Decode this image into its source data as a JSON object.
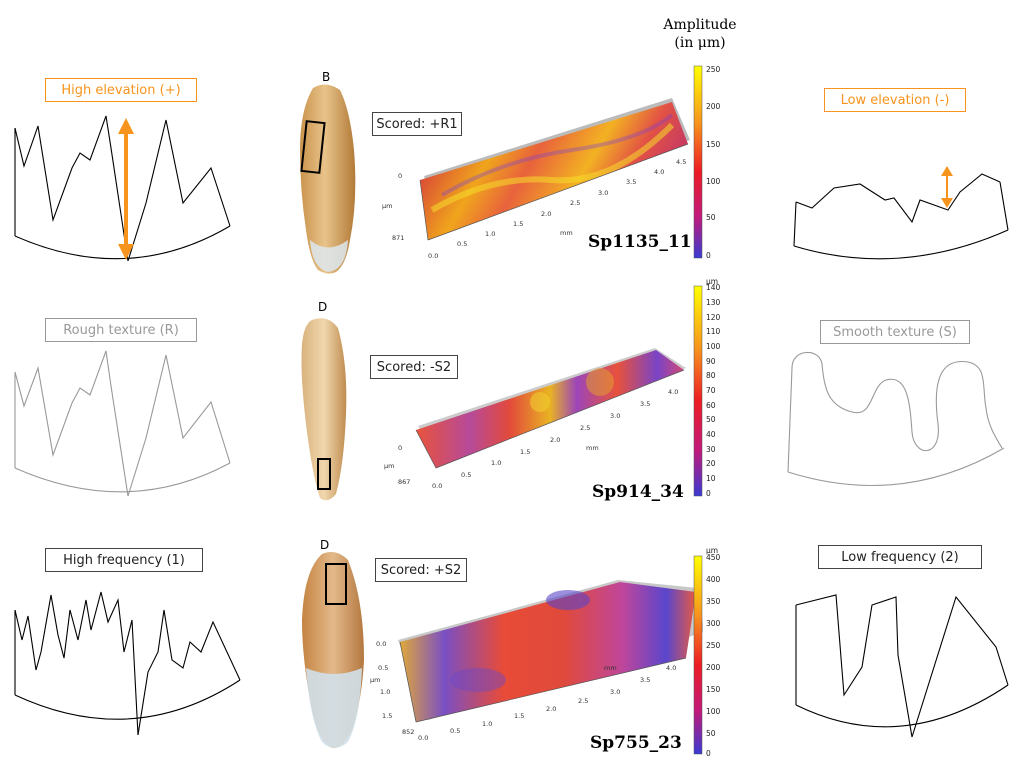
{
  "amplitude_title": {
    "line1": "Amplitude",
    "line2": "(in μm)"
  },
  "left_labels": {
    "high_elevation": "High elevation (+)",
    "rough_texture": "Rough texture (R)",
    "high_frequency": "High frequency (1)"
  },
  "right_labels": {
    "low_elevation": "Low elevation (-)",
    "smooth_texture": "Smooth texture (S)",
    "low_frequency": "Low frequency (2)"
  },
  "rows": [
    {
      "tooth_letter": "B",
      "scored": "Scored: +R1",
      "sample_id": "Sp1135_11",
      "colorbar_unit": "",
      "colorbar_ticks": [
        "250",
        "200",
        "150",
        "100",
        "50",
        "0"
      ],
      "mm_ticks": [
        "0.0",
        "0.5",
        "1.0",
        "1.5",
        "2.0",
        "2.5",
        "3.0",
        "3.5",
        "4.0",
        "4.5"
      ],
      "um_axis": [
        "0",
        "871"
      ],
      "axis_unit_mm": "mm",
      "axis_unit_um": "μm"
    },
    {
      "tooth_letter": "D",
      "scored": "Scored: -S2",
      "sample_id": "Sp914_34",
      "colorbar_unit": "μm",
      "colorbar_ticks": [
        "140",
        "130",
        "120",
        "110",
        "100",
        "90",
        "80",
        "70",
        "60",
        "50",
        "40",
        "30",
        "20",
        "10",
        "0"
      ],
      "mm_ticks": [
        "0.0",
        "0.5",
        "1.0",
        "1.5",
        "2.0",
        "2.5",
        "3.0",
        "3.5",
        "4.0"
      ],
      "um_axis": [
        "0",
        "867"
      ],
      "axis_unit_mm": "mm",
      "axis_unit_um": "μm"
    },
    {
      "tooth_letter": "D",
      "scored": "Scored: +S2",
      "sample_id": "Sp755_23",
      "colorbar_unit": "μm",
      "colorbar_ticks": [
        "450",
        "400",
        "350",
        "300",
        "250",
        "200",
        "150",
        "100",
        "50",
        "0"
      ],
      "mm_ticks": [
        "0.0",
        "0.5",
        "1.0",
        "1.5",
        "2.0",
        "2.5",
        "3.0",
        "3.5",
        "4.0"
      ],
      "um_axis": [
        "0.0",
        "0.5",
        "1.0",
        "1.5",
        "852"
      ],
      "axis_unit_mm": "mm",
      "axis_unit_um": "μm"
    }
  ],
  "colors": {
    "orange": "#f7941d",
    "grey": "#999999",
    "black": "#000000"
  }
}
